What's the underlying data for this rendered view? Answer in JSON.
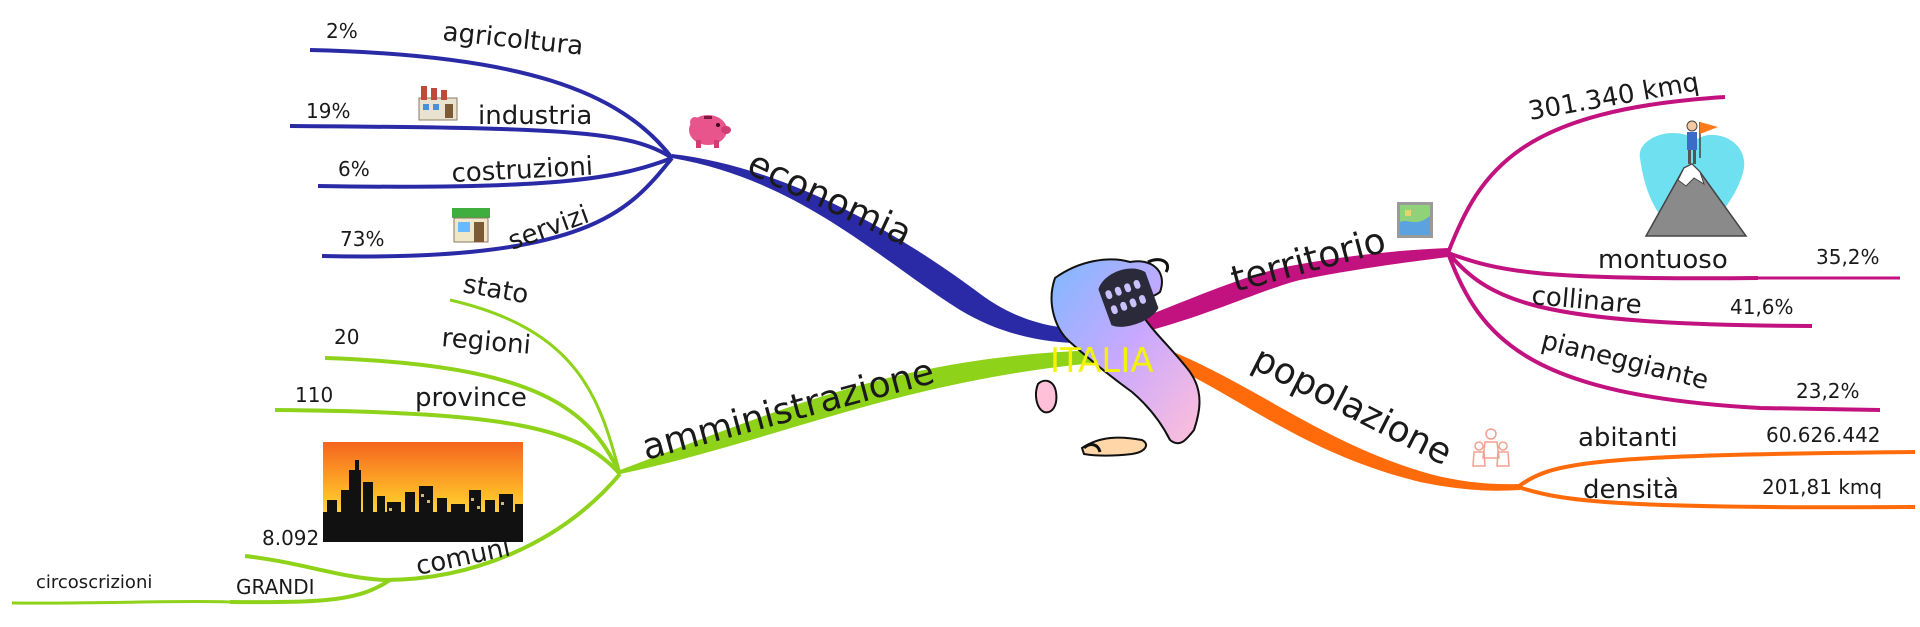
{
  "center": {
    "label": "ITALIA",
    "color": "#f2f20a"
  },
  "colors": {
    "economia": "#2a2aa6",
    "amministrazione": "#8ed21a",
    "territorio": "#c2127f",
    "popolazione": "#ff6a0a"
  },
  "economia": {
    "label": "economia",
    "items": [
      {
        "label": "agricoltura",
        "value": "2%"
      },
      {
        "label": "industria",
        "value": "19%"
      },
      {
        "label": "costruzioni",
        "value": "6%"
      },
      {
        "label": "servizi",
        "value": "73%"
      }
    ]
  },
  "amministrazione": {
    "label": "amministrazione",
    "items": [
      {
        "label": "stato",
        "value": ""
      },
      {
        "label": "regioni",
        "value": "20"
      },
      {
        "label": "province",
        "value": "110"
      },
      {
        "label": "comuni",
        "value": "8.092"
      }
    ],
    "sub": {
      "label": "GRANDI",
      "child": "circoscrizioni"
    }
  },
  "territorio": {
    "label": "territorio",
    "area": "301.340 kmq",
    "items": [
      {
        "label": "montuoso",
        "value": "35,2%"
      },
      {
        "label": "collinare",
        "value": "41,6%"
      },
      {
        "label": "pianeggiante",
        "value": "23,2%"
      }
    ]
  },
  "popolazione": {
    "label": "popolazione",
    "items": [
      {
        "label": "abitanti",
        "value": "60.626.442"
      },
      {
        "label": "densità",
        "value": "201,81 kmq"
      }
    ]
  },
  "icons": {
    "economia": "piggy-bank-icon",
    "industria": "factory-icon",
    "servizi": "shop-icon",
    "territorio": "map-icon",
    "mountain": "mountain-climber-icon",
    "popolazione": "people-icon",
    "comuni": "city-skyline-icon",
    "center": "italy-map-icon"
  }
}
